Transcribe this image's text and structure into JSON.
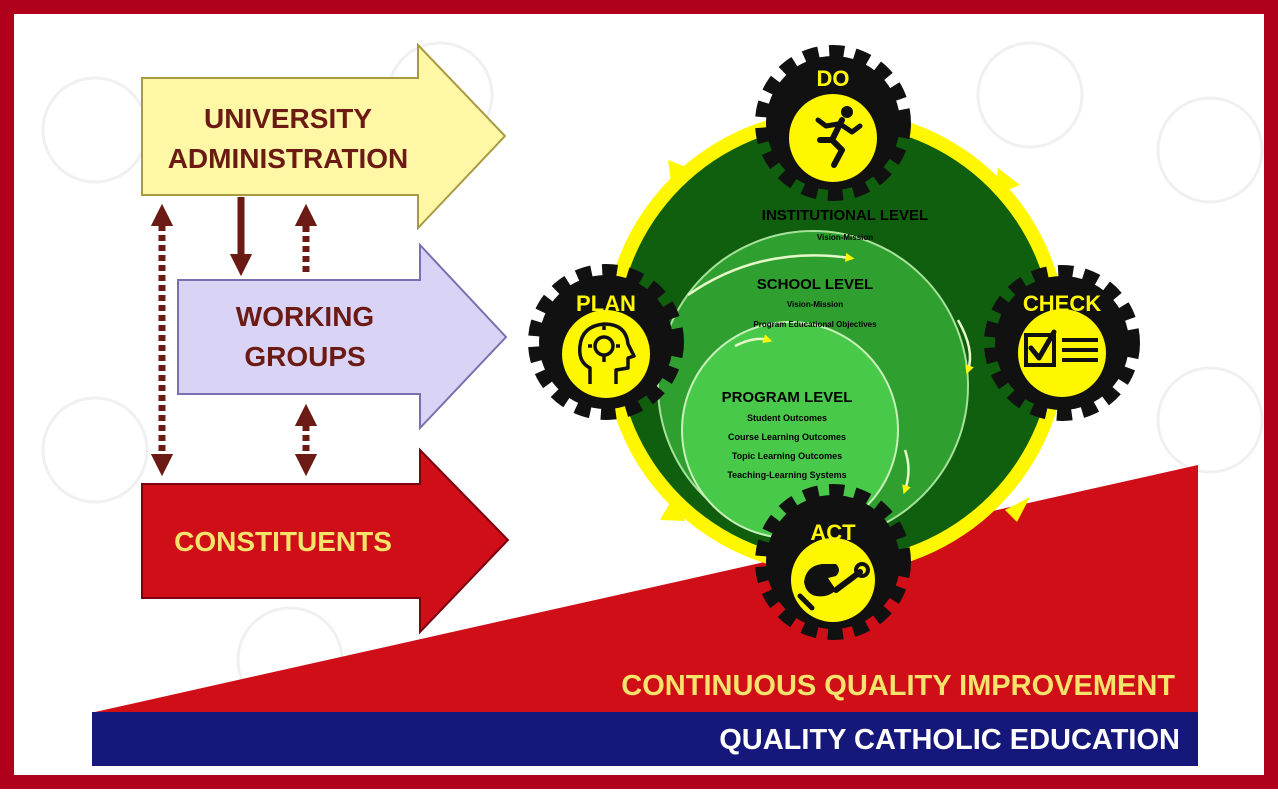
{
  "stakeholders": {
    "university_administration": [
      "UNIVERSITY",
      "ADMINISTRATION"
    ],
    "working_groups": [
      "WORKING",
      "GROUPS"
    ],
    "constituents": "CONSTITUENTS"
  },
  "cycle": {
    "do": "DO",
    "check": "CHECK",
    "act": "ACT",
    "plan": "PLAN"
  },
  "levels": {
    "institutional": {
      "title": "INSTITUTIONAL LEVEL",
      "items": [
        "Vision-Mission"
      ]
    },
    "school": {
      "title": "SCHOOL  LEVEL",
      "items": [
        "Vision-Mission",
        "Program Educational Objectives"
      ]
    },
    "program": {
      "title": "PROGRAM LEVEL",
      "items": [
        "Student Outcomes",
        "Course Learning Outcomes",
        "Topic Learning Outcomes",
        "Teaching-Learning Systems"
      ]
    }
  },
  "banners": {
    "cqi": "CONTINUOUS QUALITY IMPROVEMENT",
    "qce": "QUALITY CATHOLIC EDUCATION"
  },
  "icons": {
    "do": "running-person-icon",
    "check": "checklist-icon",
    "act": "hand-wrench-icon",
    "plan": "head-lightbulb-icon"
  },
  "colors": {
    "frame": "#b0001c",
    "admin_arrow": "#fdf7a6",
    "working_arrow": "#d9d4f5",
    "constituents_arrow": "#d00e18",
    "dotted_arrow": "#6b1a14",
    "dark_green": "#0f5f0f",
    "mid_green": "#2f9f2f",
    "light_green": "#49c94a",
    "yellow": "#fff700",
    "gear": "#111111",
    "cqi_red": "#d00e18",
    "cqi_text": "#f6e36b",
    "qce_blue": "#15177a"
  }
}
